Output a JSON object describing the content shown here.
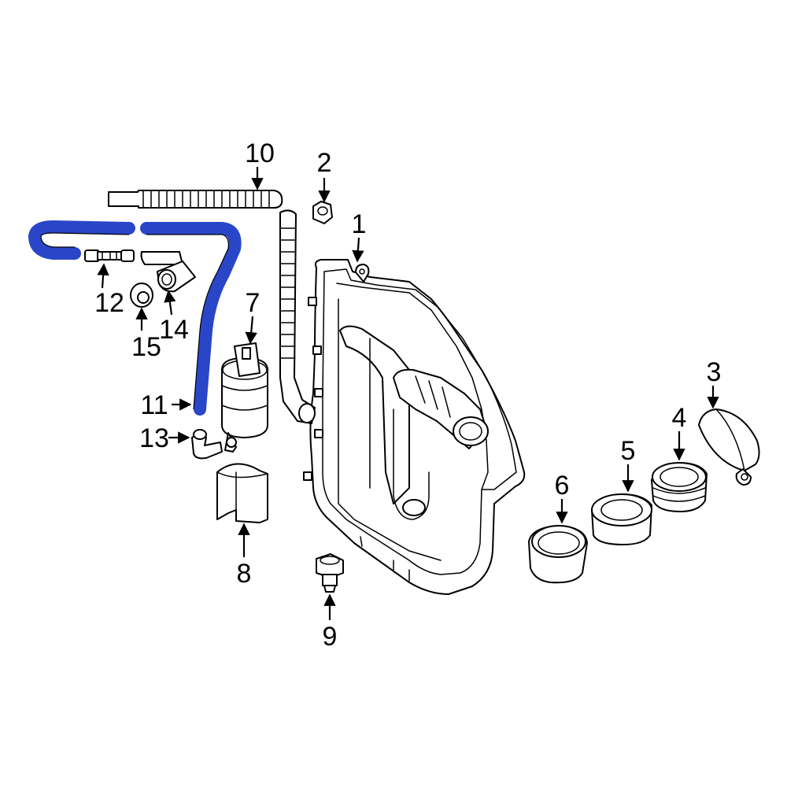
{
  "diagram": {
    "highlight_color": "#2a46c8",
    "callouts": [
      {
        "id": "c1",
        "label": "1"
      },
      {
        "id": "c2",
        "label": "2"
      },
      {
        "id": "c3",
        "label": "3"
      },
      {
        "id": "c4",
        "label": "4"
      },
      {
        "id": "c5",
        "label": "5"
      },
      {
        "id": "c6",
        "label": "6"
      },
      {
        "id": "c7",
        "label": "7"
      },
      {
        "id": "c8",
        "label": "8"
      },
      {
        "id": "c9",
        "label": "9"
      },
      {
        "id": "c10",
        "label": "10"
      },
      {
        "id": "c11",
        "label": "11"
      },
      {
        "id": "c12",
        "label": "12"
      },
      {
        "id": "c13",
        "label": "13"
      },
      {
        "id": "c14",
        "label": "14"
      },
      {
        "id": "c15",
        "label": "15"
      }
    ]
  }
}
